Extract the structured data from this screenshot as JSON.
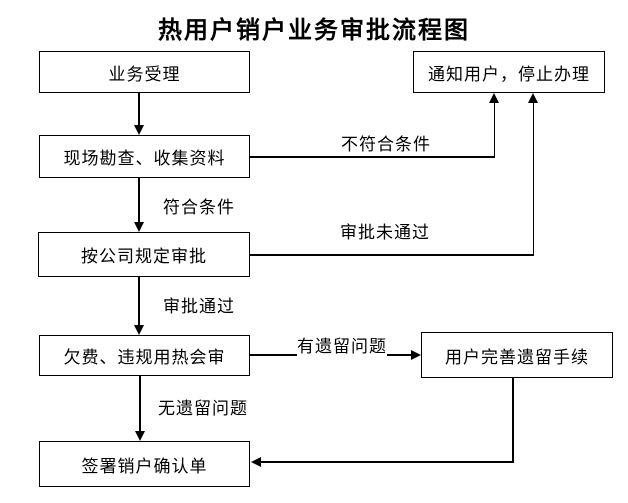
{
  "title": "热用户销户业务审批流程图",
  "nodes": {
    "business_acceptance": {
      "label": "业务受理"
    },
    "notify_user_stop": {
      "label": "通知用户，停止办理"
    },
    "site_survey_collect": {
      "label": "现场勘查、收集资料"
    },
    "company_approval": {
      "label": "按公司规定审批"
    },
    "arrears_violation_review": {
      "label": "欠费、违规用热会审"
    },
    "user_complete_procedures": {
      "label": "用户完善遗留手续"
    },
    "sign_cancellation_confirmation": {
      "label": "签署销户确认单"
    }
  },
  "edges": {
    "meets_conditions": {
      "label": "符合条件"
    },
    "not_meet_conditions": {
      "label": "不符合条件"
    },
    "approval_passed": {
      "label": "审批通过"
    },
    "approval_not_passed": {
      "label": "审批未通过"
    },
    "has_remaining_issues": {
      "label": "有遗留问题"
    },
    "no_remaining_issues": {
      "label": "无遗留问题"
    }
  },
  "colors": {
    "line": "#000000",
    "box_fill": "#ffffff",
    "text": "#000000",
    "background": "#ffffff"
  }
}
